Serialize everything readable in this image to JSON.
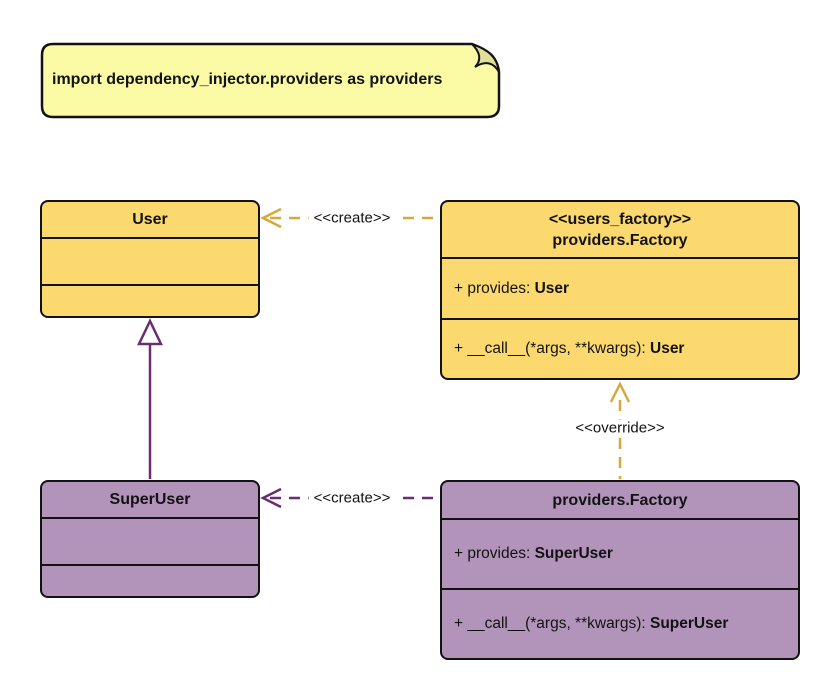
{
  "note": {
    "text": "import dependency_injector.providers as providers"
  },
  "classes": {
    "user": {
      "title": "User"
    },
    "users_factory": {
      "stereotype": "<<users_factory>>",
      "title": "providers.Factory",
      "attributes": [
        {
          "prefix": "+ provides: ",
          "type": "User"
        }
      ],
      "methods": [
        {
          "prefix": "+ __call__(*args, **kwargs): ",
          "type": "User"
        }
      ]
    },
    "super_user": {
      "title": "SuperUser"
    },
    "super_users_factory": {
      "title": "providers.Factory",
      "attributes": [
        {
          "prefix": "+ provides: ",
          "type": "SuperUser"
        }
      ],
      "methods": [
        {
          "prefix": "+ __call__(*args, **kwargs): ",
          "type": "SuperUser"
        }
      ]
    }
  },
  "edges": {
    "create_user": {
      "label": "<<create>>"
    },
    "create_super_user": {
      "label": "<<create>>"
    },
    "override": {
      "label": "<<override>>"
    },
    "inheritance": {
      "type": "generalization",
      "from": "SuperUser",
      "to": "User"
    }
  },
  "colors": {
    "note_fill": "#FBFBA5",
    "note_fold": "#E0E09B",
    "class_yellow": "#FBD96F",
    "class_purple": "#B294BB",
    "border": "#121212",
    "gold_edge": "#D7A73E",
    "purple_edge": "#6B2C70"
  }
}
